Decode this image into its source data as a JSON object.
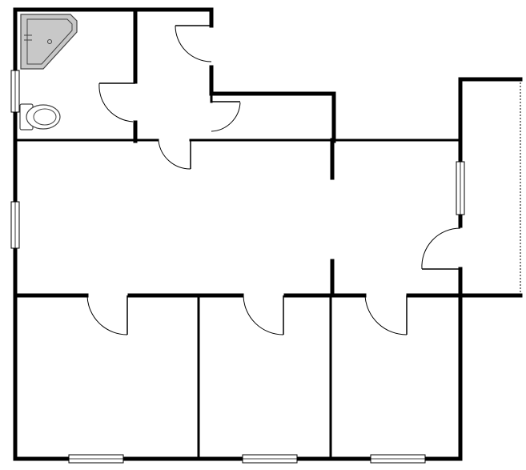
{
  "diagram": {
    "kind": "floor-plan",
    "colors": {
      "wall": "#000000",
      "background": "#ffffff",
      "fixture_fill": "#c8c8c8",
      "fixture_outline": "#444444"
    },
    "elements": {
      "rooms": [
        "bathroom",
        "entry-hall",
        "utility-room",
        "main-room",
        "bedroom-left",
        "bedroom-middle",
        "bedroom-right",
        "balcony"
      ],
      "doors": 8,
      "windows": 6,
      "fixtures": [
        "corner-shower-sink",
        "toilet"
      ]
    }
  }
}
